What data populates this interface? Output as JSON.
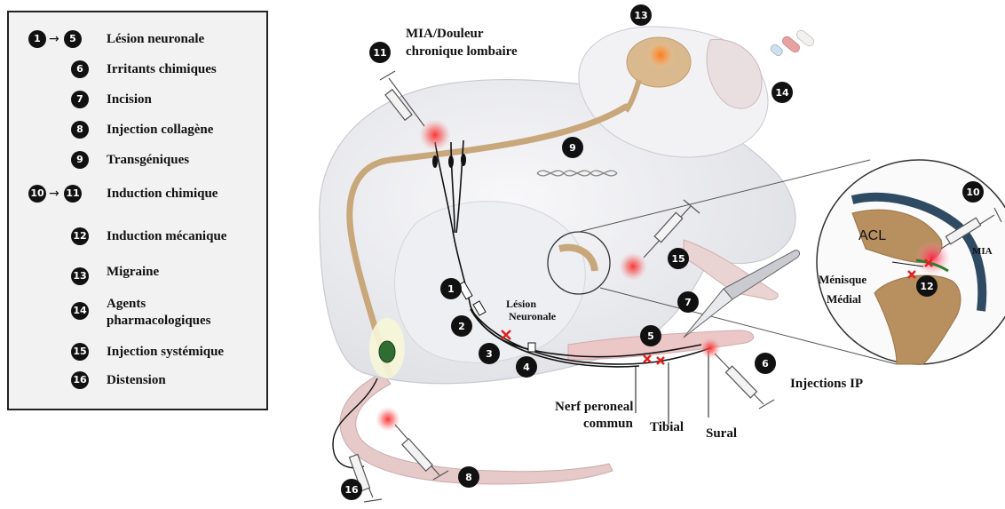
{
  "legend": {
    "items": [
      {
        "badges": [
          "1",
          "5"
        ],
        "arrow": "→",
        "label": "Lésion neuronale"
      },
      {
        "badges": [
          "6"
        ],
        "label": "Irritants chimiques"
      },
      {
        "badges": [
          "7"
        ],
        "label": "Incision"
      },
      {
        "badges": [
          "8"
        ],
        "label": "Injection collagène"
      },
      {
        "badges": [
          "9"
        ],
        "label": "Transgéniques"
      },
      {
        "badges": [
          "10",
          "11"
        ],
        "arrow": "→",
        "label": "Induction chimique"
      },
      {
        "badges": [
          "12"
        ],
        "label": "Induction mécanique"
      },
      {
        "badges": [
          "13"
        ],
        "label": "Migraine"
      },
      {
        "badges": [
          "14"
        ],
        "label_line1": "Agents",
        "label_line2": "pharmacologiques"
      },
      {
        "badges": [
          "15"
        ],
        "label": "Injection systémique"
      },
      {
        "badges": [
          "16"
        ],
        "label": "Distension"
      }
    ]
  },
  "diagram": {
    "label_mia_douleur_1": "MIA/Douleur",
    "label_mia_douleur_2": "chronique lombaire",
    "label_lesion_1": "Lésion",
    "label_lesion_2": "Neuronale",
    "label_nerf_1": "Nerf peroneal",
    "label_nerf_2": "commun",
    "label_tibial": "Tibial",
    "label_sural": "Sural",
    "label_injections_ip": "Injections IP",
    "label_acl": "ACL",
    "label_mia": "MIA",
    "label_menisque_1": "Ménisque",
    "label_menisque_2": "Médial",
    "markers": [
      "1",
      "2",
      "3",
      "4",
      "5",
      "6",
      "7",
      "8",
      "9",
      "10",
      "11",
      "12",
      "13",
      "14",
      "15",
      "16"
    ]
  },
  "colors": {
    "badge": "#111111",
    "mouse_body": "#f1f1f3",
    "mouse_shade": "#dcdde2",
    "nerve_tan": "#c8a77a",
    "tail_pink": "#e6c9c9",
    "hotspot": "#f0464a",
    "cross": "#e02020"
  }
}
